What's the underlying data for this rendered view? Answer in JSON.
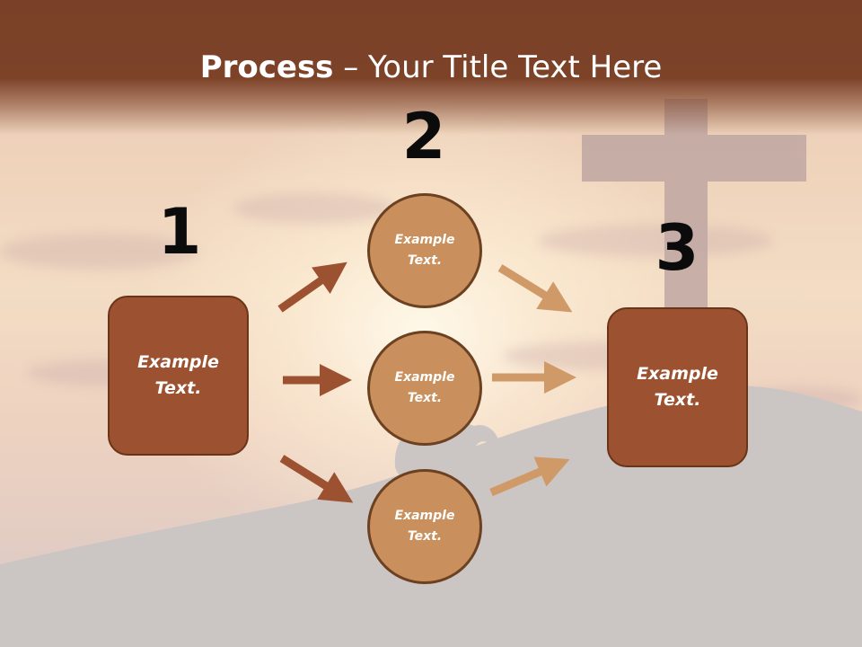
{
  "slide": {
    "title_bold": "Process",
    "title_rest": " – Your Title Text Here"
  },
  "steps": {
    "step1_number": "1",
    "step2_number": "2",
    "step3_number": "3"
  },
  "nodes": {
    "left_box": "Example\nText.",
    "right_box": "Example\nText.",
    "circle_top": "Example\nText.",
    "circle_middle": "Example\nText.",
    "circle_bottom": "Example\nText."
  },
  "colors": {
    "header": "#7b4128",
    "box_fill": "#9c5230",
    "circle_fill": "#c98f5c",
    "arrow_dark": "#9c5230",
    "arrow_light": "#d09a68"
  }
}
